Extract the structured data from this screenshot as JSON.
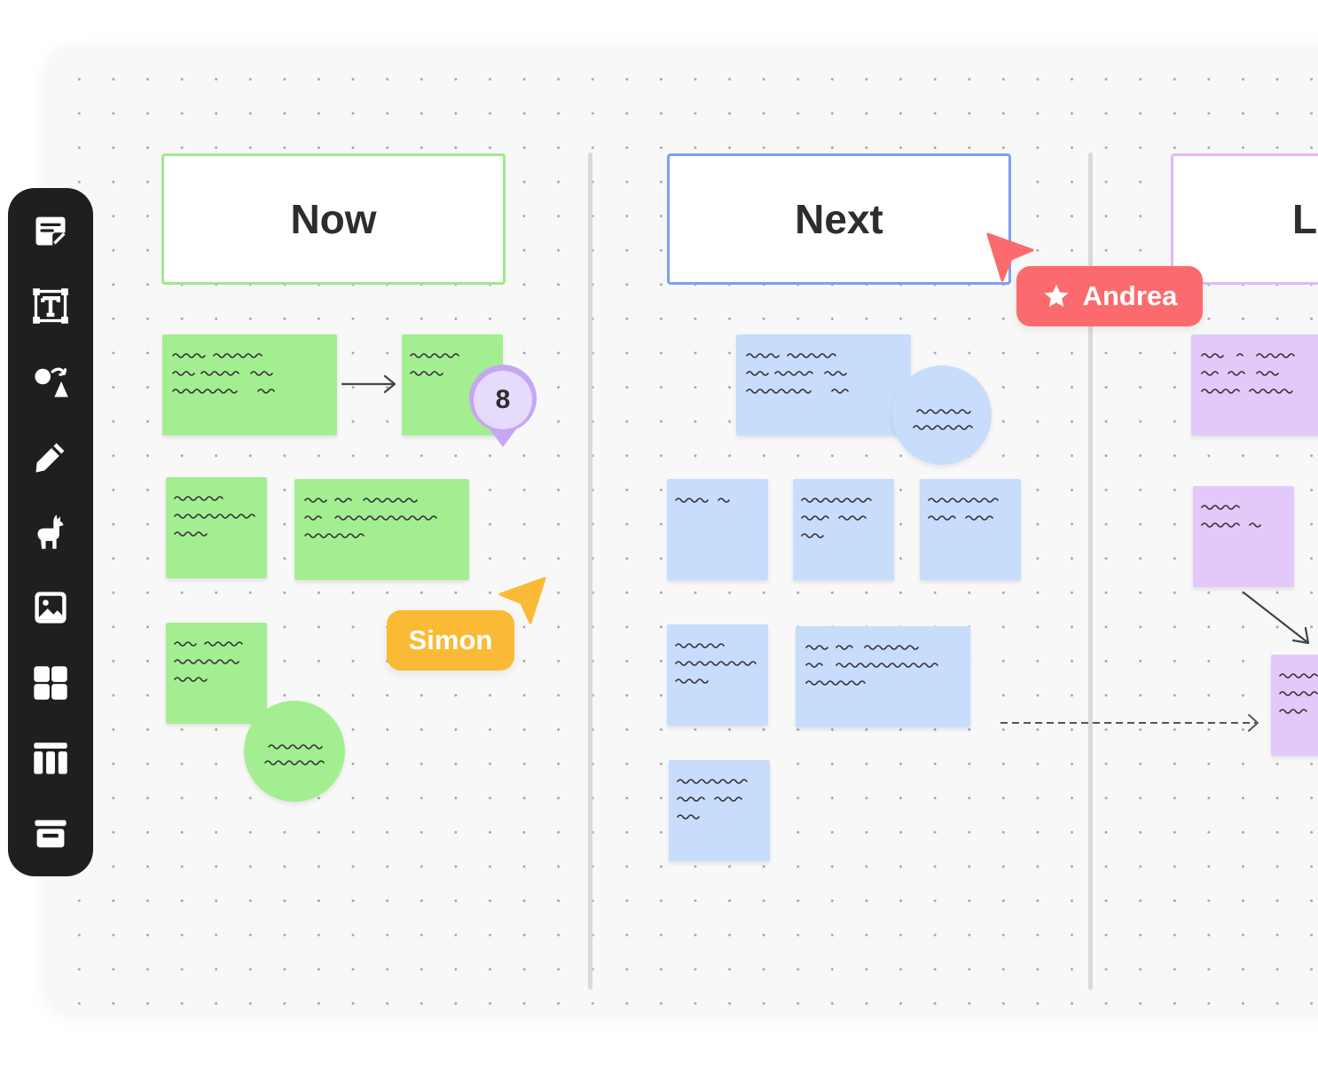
{
  "columns": [
    {
      "title": "Now",
      "border_color": "#9ee88d"
    },
    {
      "title": "Next",
      "border_color": "#7f9ff0"
    },
    {
      "title": "La",
      "border_color": "#e3b8f7"
    }
  ],
  "comment_badge": {
    "count": "8",
    "color": "#c7a6f2",
    "fill": "#e6dbfa"
  },
  "collaborators": [
    {
      "name": "Simon",
      "color": "#fbba36"
    },
    {
      "name": "Andrea",
      "color": "#fb6b6e",
      "icon": "star-icon"
    }
  ],
  "colors": {
    "green_note": "#a4ee92",
    "blue_note": "#c8dcfc",
    "purple_note": "#e3c9fa",
    "toolbar": "#1f1f1f"
  },
  "toolbar": {
    "tools": [
      {
        "name": "sticky-note-tool",
        "icon": "sticky-note-icon"
      },
      {
        "name": "text-tool",
        "icon": "text-icon"
      },
      {
        "name": "shapes-tool",
        "icon": "shapes-icon"
      },
      {
        "name": "pen-tool",
        "icon": "pencil-icon"
      },
      {
        "name": "llama-tool",
        "icon": "llama-icon"
      },
      {
        "name": "image-tool",
        "icon": "image-icon"
      },
      {
        "name": "templates-tool",
        "icon": "grid-icon"
      },
      {
        "name": "table-tool",
        "icon": "table-icon"
      },
      {
        "name": "more-tool",
        "icon": "archive-icon"
      }
    ]
  }
}
